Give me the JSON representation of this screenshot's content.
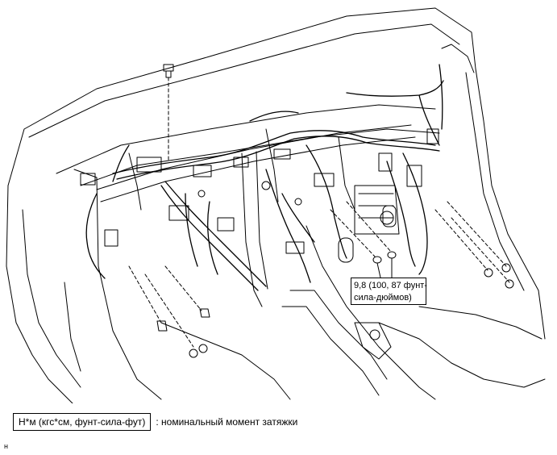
{
  "diagram": {
    "torque_callout": {
      "line1": "9,8 (100, 87 фунт-",
      "line2": "сила-дюймов)"
    },
    "legend": {
      "box_label": "Н*м (кгс*см, фунт-сила-фут)",
      "description": ": номинальный момент затяжки"
    },
    "corner_mark": "н"
  }
}
